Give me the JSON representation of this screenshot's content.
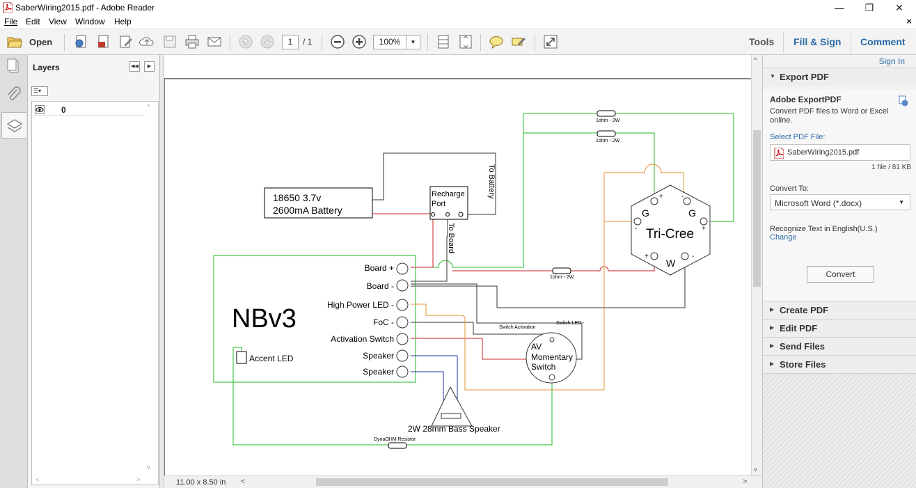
{
  "window": {
    "title": "SaberWiring2015.pdf - Adobe Reader"
  },
  "menu": {
    "file": "File",
    "edit": "Edit",
    "view": "View",
    "window": "Window",
    "help": "Help"
  },
  "toolbar": {
    "open_label": "Open",
    "page_current": "1",
    "page_total": "/ 1",
    "zoom": "100%",
    "tools": "Tools",
    "fill_sign": "Fill & Sign",
    "comment": "Comment"
  },
  "layers": {
    "title": "Layers",
    "row_label": "0"
  },
  "status": {
    "page_size": "11.00 x 8.50 in"
  },
  "right_panel": {
    "sign_in": "Sign In",
    "export_pdf": "Export PDF",
    "adobe_exportpdf": "Adobe ExportPDF",
    "description": "Convert PDF files to Word or Excel online.",
    "select_pdf_file": "Select PDF File:",
    "file_name": "SaberWiring2015.pdf",
    "file_info": "1 file / 81 KB",
    "convert_to": "Convert To:",
    "convert_format": "Microsoft Word (*.docx)",
    "recognize_text": "Recognize Text in English(U.S.)",
    "change": "Change",
    "convert_button": "Convert",
    "create_pdf": "Create PDF",
    "edit_pdf": "Edit PDF",
    "send_files": "Send Files",
    "store_files": "Store Files"
  },
  "diagram": {
    "battery_line1": "18650 3.7v",
    "battery_line2": "2600mA Battery",
    "recharge_line1": "Recharge",
    "recharge_line2": "Port",
    "to_battery": "To Battery",
    "to_board": "To Board",
    "board_name": "NBv3",
    "pin_board_plus": "Board +",
    "pin_board_minus": "Board -",
    "pin_high_power_led": "High Power LED -",
    "pin_foc": "FoC -",
    "pin_activation_switch": "Activation Switch",
    "pin_speaker_1": "Speaker",
    "pin_speaker_2": "Speaker",
    "accent_led": "Accent LED",
    "resistor_top_1": "1ohm - 2W",
    "resistor_top_2": "1ohm - 2W",
    "resistor_mid": "1ohm - 2W",
    "led_name": "Tri-Cree",
    "led_g_left": "G",
    "led_g_right": "G",
    "led_w": "W",
    "switch_line1": "AV",
    "switch_line2": "Momentary",
    "switch_line3": "Switch",
    "switch_activation": "Switch Activation",
    "switch_led": "Switch LED -",
    "speaker": "2W 28mm Bass Speaker",
    "dynaohm": "DynaOHM Resistor"
  }
}
